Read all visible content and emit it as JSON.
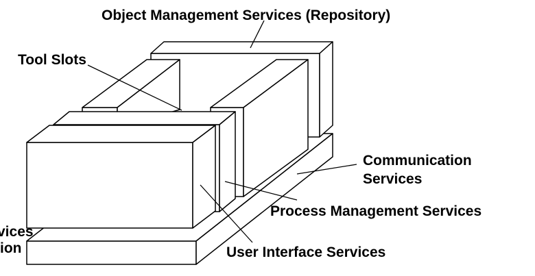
{
  "diagram": {
    "labels": {
      "object_management": "Object Management Services (Repository)",
      "tool_slots": "Tool Slots",
      "communication_line1": "Communication",
      "communication_line2": "Services",
      "process_management": "Process Management Services",
      "user_interface": "User Interface Services",
      "left_cut_line1": "vices",
      "left_cut_line2": "ion"
    }
  }
}
